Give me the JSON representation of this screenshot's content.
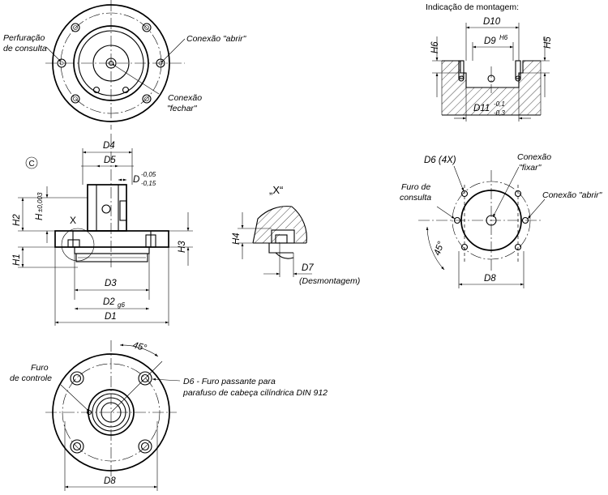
{
  "texts": {
    "mounting_title": "Indicação de montagem:",
    "perf_consulta_1": "Perfuração",
    "perf_consulta_2": "de consulta",
    "conexao_abrir_top": "Conexão \"abrir\"",
    "conexao_fechar_1": "Conexão",
    "conexao_fechar_2": "\"fechar\"",
    "d10": "D10",
    "d9": "D9",
    "d9_tol": "H6",
    "h6": "H6",
    "h5": "H5",
    "d11": "D11",
    "d11_tol_upper": "-0,1",
    "d11_tol_lower": "-0,3",
    "circle_c": "C",
    "d4": "D4",
    "d5": "D5",
    "d_cut": "D",
    "d_cut_tol_upper": "-0,05",
    "d_cut_tol_lower": "-0,15",
    "h_tol": "H",
    "h_tol_val": "±0,003",
    "h2": "H2",
    "h1": "H1",
    "h3": "H3",
    "x_mark": "X",
    "d3": "D3",
    "d2": "D2",
    "d2_tol": "g6",
    "d1": "D1",
    "detail_x": "„X“",
    "h4": "H4",
    "d7": "D7",
    "desmontagem": "(Desmontagem)",
    "d6_4x": "D6 (4X)",
    "conexao_fixar_1": "Conexão",
    "conexao_fixar_2": "\"fixar\"",
    "furo_consulta_1": "Furo de",
    "furo_consulta_2": "consulta",
    "conexao_abrir_right": "Conexão \"abrir\"",
    "angle_45_right": "45°",
    "d8_right": "D8",
    "angle_45_bottom": "45°",
    "furo_controle_1": "Furo",
    "furo_controle_2": "de controle",
    "d6_desc_1": "D6 - Furo passante para",
    "d6_desc_2": "parafuso de cabeça cilíndrica DIN 912",
    "d8_bottom": "D8"
  }
}
